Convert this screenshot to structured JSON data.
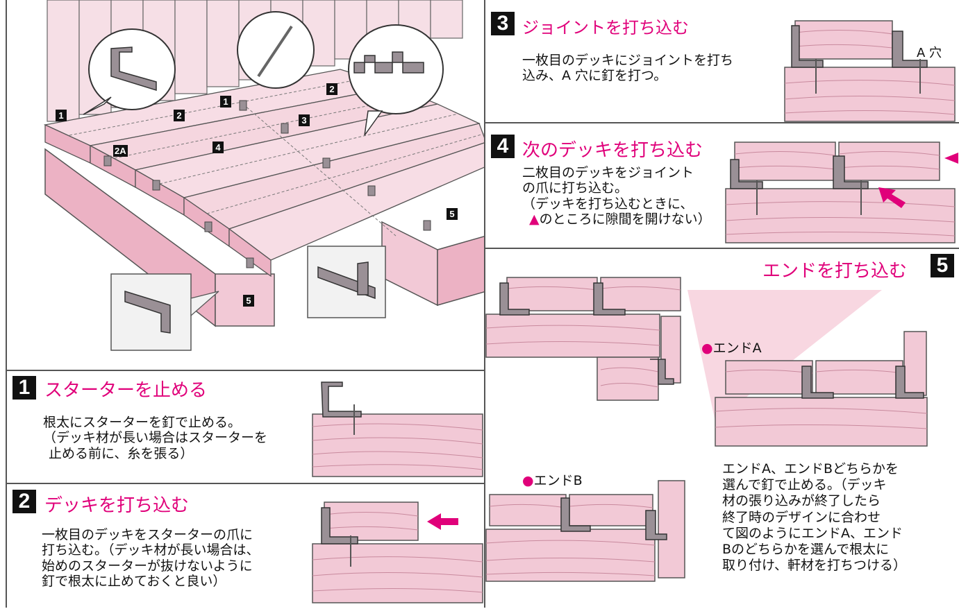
{
  "colors": {
    "accent": "#e0007a",
    "wood": "#f2c9d6",
    "wood_line": "#555555",
    "metal": "#8a7f86"
  },
  "overview": {
    "markers": [
      "1",
      "2",
      "3",
      "4",
      "5",
      "2A",
      "1",
      "2",
      "5"
    ]
  },
  "step1": {
    "number": "1",
    "title": "スターターを止める",
    "lines": [
      "根太にスターターを釘で止める。",
      "（デッキ材が長い場合はスターターを",
      "止める前に、糸を張る）"
    ]
  },
  "step2": {
    "number": "2",
    "title": "デッキを打ち込む",
    "lines": [
      "一枚目のデッキをスターターの爪に",
      "打ち込む。（デッキ材が長い場合は、",
      "始めのスターターが抜けないように",
      "釘で根太に止めておくと良い）"
    ]
  },
  "step3": {
    "number": "3",
    "title": "ジョイントを打ち込む",
    "lines": [
      "一枚目のデッキにジョイントを打ち",
      "込み、A 穴に釘を打つ。"
    ],
    "hole_label": "A 穴"
  },
  "step4": {
    "number": "4",
    "title": "次のデッキを打ち込む",
    "lines": [
      "二枚目のデッキをジョイント",
      "の爪に打ち込む。",
      "（デッキを打ち込むときに、",
      "のところに隙間を開けない）"
    ]
  },
  "step5": {
    "number": "5",
    "title": "エンドを打ち込む",
    "end_a": "エンドA",
    "end_b": "エンドB",
    "lines": [
      "エンドA、エンドBどちらかを",
      "選んで釘で止める。（デッキ",
      "材の張り込みが終了したら",
      "終了時のデザインに合わせ",
      "て図のようにエンドA、エンド",
      "Bのどちらかを選んで根太に",
      "取り付け、軒材を打ちつける）"
    ]
  }
}
